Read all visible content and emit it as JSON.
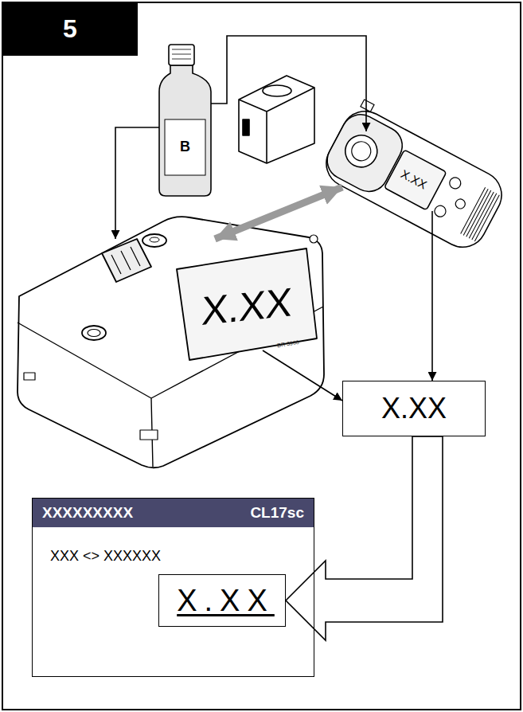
{
  "diagram": {
    "nodes": [
      {
        "text": [
          "5"
        ]
      },
      {
        "text": [
          "B"
        ]
      },
      {
        "text": [
          "X.XX"
        ]
      },
      {
        "text": [
          "X.XX"
        ]
      },
      {
        "text": [
          "X.XX"
        ]
      },
      {
        "text": [
          "XXXXXXXXX",
          "CL17sc",
          "XXX <> XXXXXX"
        ]
      },
      {
        "text": [
          "X.XX"
        ],
        "in": 5
      }
    ],
    "edges": [
      {
        "from": 1,
        "to": 2,
        "arrow": "to"
      },
      {
        "from": 1,
        "to": 3,
        "arrow": "to"
      },
      {
        "from": 2,
        "to": 3,
        "arrow": "both"
      },
      {
        "from": 2,
        "to": 4,
        "arrow": "to"
      },
      {
        "from": 3,
        "to": 4,
        "arrow": "to"
      },
      {
        "from": 4,
        "to": 6,
        "arrow": "to"
      }
    ],
    "labels": [
      "DR 3900"
    ]
  }
}
